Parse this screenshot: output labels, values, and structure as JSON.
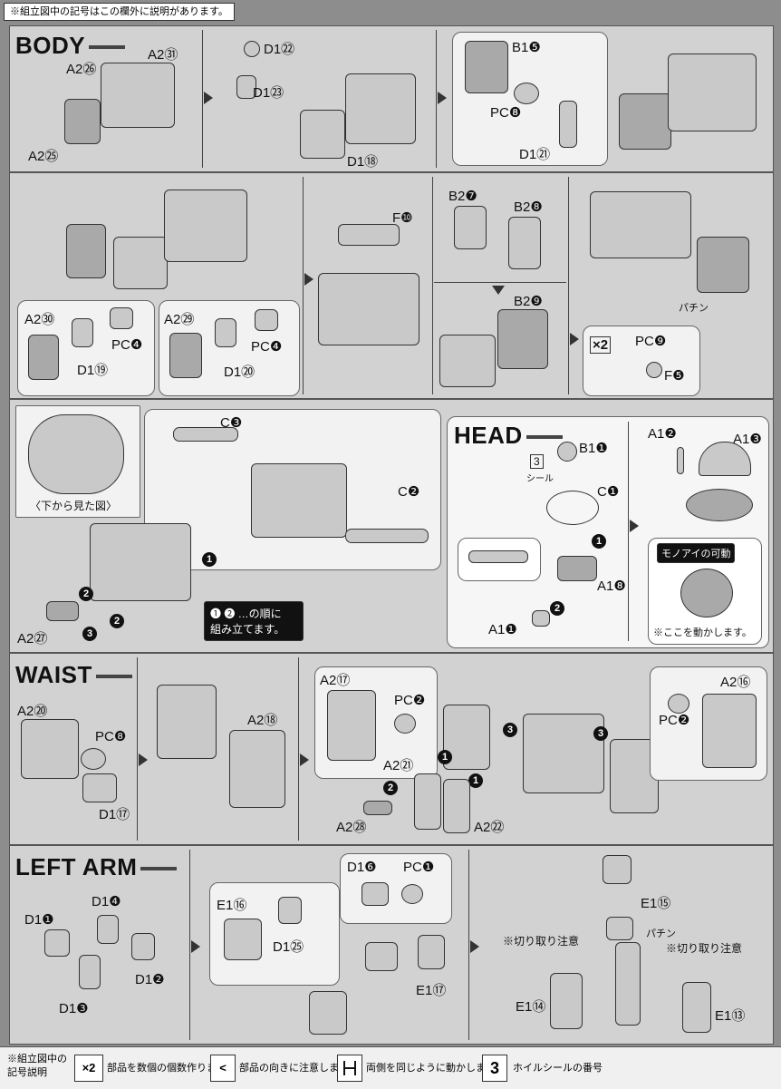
{
  "top_note": "※組立図中の記号はこの欄外に説明があります。",
  "sections": {
    "body": "BODY",
    "head": "HEAD",
    "waist": "WAIST",
    "left_arm": "LEFT ARM"
  },
  "body_labels": {
    "a2_26": "A2㉖",
    "a2_31": "A2㉛",
    "a2_25": "A2㉕",
    "d1_22": "D1㉒",
    "d1_23": "D1㉓",
    "d1_18": "D1⑱",
    "b1_5": "B1❺",
    "pc_8": "PC❽",
    "d1_21": "D1㉑",
    "f_10": "F❿",
    "b2_7": "B2❼",
    "b2_8": "B2❽",
    "b2_9": "B2❾",
    "a2_30": "A2㉚",
    "pc_4a": "PC❹",
    "d1_19": "D1⑲",
    "a2_29": "A2㉙",
    "pc_4b": "PC❹",
    "d1_20": "D1⑳",
    "x2": "×2",
    "pc_9": "PC❾",
    "f_5": "F❺",
    "snap": "パチン",
    "c_3": "C❸",
    "c_2": "C❷",
    "a2_27": "A2㉗",
    "view_from_bottom": "〈下から見た図〉",
    "order_note_1": "❶ ❷ …の順に",
    "order_note_2": "組み立てます。"
  },
  "head_labels": {
    "b1_1": "B1❶",
    "seal_3": "3",
    "seal_word": "シール",
    "c_1": "C❶",
    "a1_2": "A1❷",
    "a1_3": "A1❸",
    "a1_8": "A1❽",
    "a1_1": "A1❶",
    "mono_eye": "モノアイの可動",
    "move_here": "※ここを動かします。"
  },
  "waist_labels": {
    "a2_20": "A2⑳",
    "pc_8": "PC❽",
    "d1_17": "D1⑰",
    "a2_18": "A2⑱",
    "a2_17": "A2⑰",
    "pc_2a": "PC❷",
    "a2_21": "A2㉑",
    "a2_28": "A2㉘",
    "a2_22": "A2㉒",
    "a2_16": "A2⑯",
    "pc_2b": "PC❷"
  },
  "arm_labels": {
    "d1_1": "D1❶",
    "d1_4": "D1❹",
    "d1_2": "D1❷",
    "d1_3": "D1❸",
    "e1_16": "E1⑯",
    "d1_25": "D1㉕",
    "d1_6": "D1❻",
    "pc_1": "PC❶",
    "e1_17": "E1⑰",
    "e1_15": "E1⑮",
    "snap": "パチン",
    "cut_caution_a": "※切り取り注意",
    "cut_caution_b": "※切り取り注意",
    "e1_14": "E1⑭",
    "e1_13": "E1⑬"
  },
  "footer": {
    "legend_title_1": "※組立図中の",
    "legend_title_2": "記号説明",
    "x2": "×2",
    "x2_desc": "部品を数個の個数作ります",
    "dir": "<",
    "dir_desc": "部品の向きに注意します",
    "both_desc": "両側を同じように動かします",
    "seal": "3",
    "seal_desc": "ホイルシールの番号"
  }
}
